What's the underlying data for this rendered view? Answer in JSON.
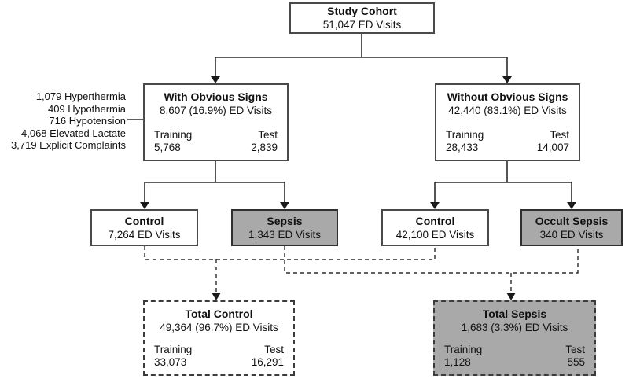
{
  "figure": {
    "nodes": {
      "study_cohort": {
        "title": "Study Cohort",
        "value": "51,047 ED Visits"
      },
      "with_obvious": {
        "title": "With Obvious Signs",
        "value": "8,607 (16.9%) ED Visits",
        "training_label": "Training",
        "training_value": "5,768",
        "test_label": "Test",
        "test_value": "2,839"
      },
      "without_obvious": {
        "title": "Without Obvious Signs",
        "value": "42,440 (83.1%) ED Visits",
        "training_label": "Training",
        "training_value": "28,433",
        "test_label": "Test",
        "test_value": "14,007"
      },
      "control_obvious": {
        "title": "Control",
        "value": "7,264 ED Visits"
      },
      "sepsis": {
        "title": "Sepsis",
        "value": "1,343 ED Visits"
      },
      "control_occult": {
        "title": "Control",
        "value": "42,100 ED Visits"
      },
      "occult_sepsis": {
        "title": "Occult Sepsis",
        "value": "340 ED Visits"
      },
      "total_control": {
        "title": "Total Control",
        "value": "49,364 (96.7%) ED Visits",
        "training_label": "Training",
        "training_value": "33,073",
        "test_label": "Test",
        "test_value": "16,291"
      },
      "total_sepsis": {
        "title": "Total Sepsis",
        "value": "1,683 (3.3%) ED Visits",
        "training_label": "Training",
        "training_value": "1,128",
        "test_label": "Test",
        "test_value": "555"
      }
    },
    "annotations": [
      "1,079 Hyperthermia",
      "409 Hypothermia",
      "716 Hypotension",
      "4,068 Elevated Lactate",
      "3,719 Explicit Complaints"
    ],
    "colors": {
      "highlight_fill": "#a9a9a9",
      "box_border": "#4a4a4a",
      "line": "#2b2b2b",
      "background": "#ffffff"
    }
  }
}
